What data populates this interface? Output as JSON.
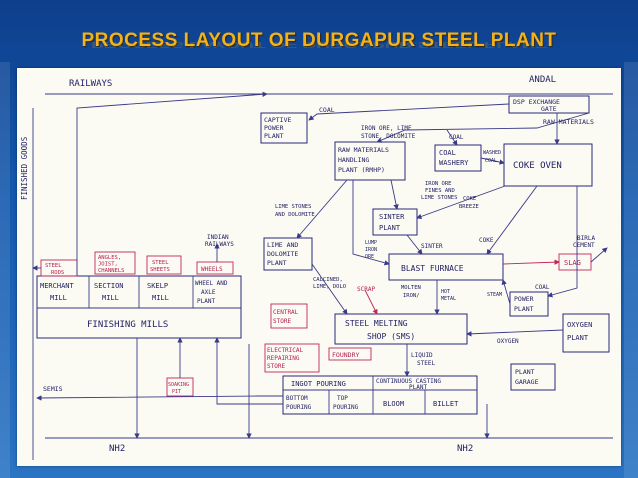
{
  "title": "PROCESS LAYOUT OF DURGAPUR STEEL PLANT",
  "sides": {
    "railways": "RAILWAYS",
    "andal": "ANDAL",
    "finished_goods": "FINISHED GOODS",
    "nh2_left": "NH2",
    "nh2_right": "NH2"
  },
  "units": {
    "captive_l1": "CAPTIVE",
    "captive_l2": "POWER",
    "captive_l3": "PLANT",
    "rmhp_l1": "RAW MATERIALS",
    "rmhp_l2": "HANDLING",
    "rmhp_l3": "PLANT (RMHP)",
    "coal_washery_l1": "COAL",
    "coal_washery_l2": "WASHERY",
    "coke_oven": "COKE OVEN",
    "dsp_l1": "DSP EXCHANGE",
    "dsp_l2": "GATE",
    "sinter_l1": "SINTER",
    "sinter_l2": "PLANT",
    "lime_l1": "LIME AND",
    "lime_l2": "DOLOMITE",
    "lime_l3": "PLANT",
    "blast_furnace": "BLAST FURNACE",
    "slag": "SLAG",
    "power_l1": "POWER",
    "power_l2": "PLANT",
    "oxygen_l1": "OXYGEN",
    "oxygen_l2": "PLANT",
    "sms_l1": "STEEL MELTING",
    "sms_l2": "SHOP (SMS)",
    "central_l1": "CENTRAL",
    "central_l2": "STORE",
    "foundry": "FOUNDRY",
    "elec_l1": "ELECTRICAL",
    "elec_l2": "REPAIRING",
    "elec_l3": "STORE",
    "ingot": "INGOT POURING",
    "ccp_l1": "CONTINUOUS CASTING",
    "ccp_l2": "PLANT",
    "bottom_l1": "BOTTOM",
    "bottom_l2": "POURING",
    "top_l1": "TOP",
    "top_l2": "POURING",
    "bloom": "BLOOM",
    "billet": "BILLET",
    "garage_l1": "PLANT",
    "garage_l2": "GARAGE",
    "soaking_l1": "SOAKING",
    "soaking_l2": "PIT",
    "merchant_l1": "MERCHANT",
    "merchant_l2": "MILL",
    "section_l1": "SECTION",
    "section_l2": "MILL",
    "skelp_l1": "SKELP",
    "skelp_l2": "MILL",
    "wheel_l1": "WHEEL AND",
    "wheel_l2": "AXLE",
    "wheel_l3": "PLANT",
    "finishing": "FINISHING MILLS",
    "steel_rods_l1": "STEEL",
    "steel_rods_l2": "RODS",
    "angles_l1": "ANGLES,",
    "angles_l2": "JOIST,",
    "angles_l3": "CHANNELS",
    "sheets_l1": "STEEL",
    "sheets_l2": "SHEETS",
    "wheels": "WHEELS"
  },
  "flows": {
    "coal_captive": "COAL",
    "iron_ore_l1": "IRON ORE, LIME",
    "iron_ore_l2": "STONE, DOLOMITE",
    "coal_top": "COAL",
    "raw_materials": "RAW MATERIALS",
    "washed_l1": "WASHED",
    "washed_l2": "COAL",
    "fines_l1": "IRON ORE",
    "fines_l2": "FINES AND",
    "fines_l3": "LIME STONES",
    "coke_breeze_l1": "COKE",
    "coke_breeze_l2": "BREEZE",
    "limestones_l1": "LIME STONES",
    "limestones_l2": "AND DOLOMITE",
    "lump_l1": "LUMP",
    "lump_l2": "IRON",
    "lump_l3": "ORE",
    "sinter_flow": "SINTER",
    "coke_flow": "COKE",
    "birla_l1": "BIRLA",
    "birla_l2": "CEMENT",
    "coal_power": "COAL",
    "calcined_l1": "CALCINED,",
    "calcined_l2": "LIME, DOLO",
    "scrap": "SCRAP",
    "molten_l1": "MOLTEN",
    "molten_l2": "IRON/",
    "hot_metal_l1": "HOT",
    "hot_metal_l2": "METAL",
    "steam": "STEAM",
    "oxygen_flow": "OXYGEN",
    "liquid_l1": "LIQUID",
    "liquid_l2": "STEEL",
    "indian_l1": "INDIAN",
    "indian_l2": "RAILWAYS",
    "semis": "SEMIS"
  },
  "colors": {
    "title": "#f2b21c",
    "ink": "#2a2a7a",
    "accent": "#c4245c",
    "paper": "#fbfaf3"
  }
}
